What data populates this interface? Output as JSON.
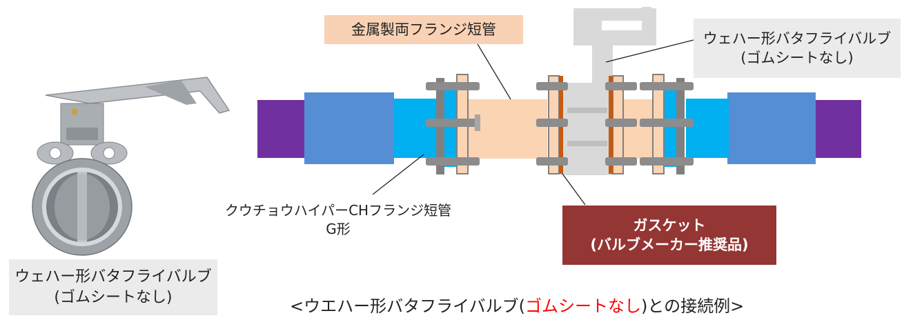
{
  "photo": {
    "caption_line1": "ウェハー形バタフライバルブ",
    "caption_line2": "(ゴムシートなし)"
  },
  "labels": {
    "flange_pipe": "金属製両フランジ短管",
    "valve_line1": "ウェハー形バタフライバルブ",
    "valve_line2": "(ゴムシートなし)",
    "kuchou_line1": "クウチョウハイパーCHフランジ短管",
    "kuchou_line2": "G形",
    "gasket_line1": "ガスケット",
    "gasket_line2": "(バルブメーカー推奨品)"
  },
  "caption": {
    "prefix": "<ウエハー形バタフライバルブ(",
    "highlight": "ゴムシートなし",
    "suffix": ")との接続例>"
  },
  "colors": {
    "pipe_purple": "#7030a0",
    "pipe_blue": "#558ed5",
    "pipe_cyan": "#00b0f0",
    "flange_peach": "#fbd4b4",
    "flange_gray": "#7f7f7f",
    "valve_gray": "#d9d9d9",
    "gasket_brown": "#c55a11",
    "gasket_box": "#943634"
  }
}
